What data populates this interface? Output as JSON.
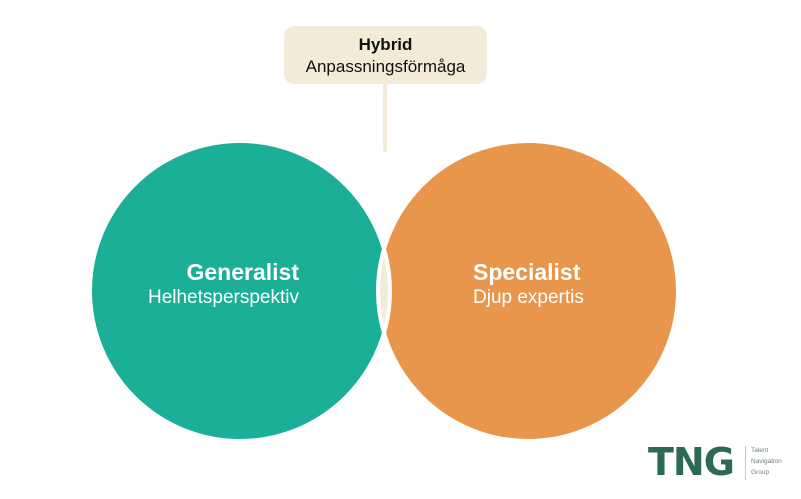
{
  "diagram": {
    "type": "venn",
    "hybrid": {
      "title": "Hybrid",
      "subtitle": "Anpassningsförmåga",
      "box_color": "#f4ead8",
      "overlap_color": "#f4ead8"
    },
    "left": {
      "title": "Generalist",
      "subtitle": "Helhetsperspektiv",
      "color": "#1caf98"
    },
    "right": {
      "title": "Specialist",
      "subtitle": "Djup expertis",
      "color": "#e8964b"
    },
    "connector_color": "#f4ead8",
    "divider_color": "#ffffff"
  },
  "logo": {
    "mark": "TNG",
    "lines": [
      "Talent",
      "Navigation",
      "Group"
    ],
    "color": "#2d6a56"
  }
}
